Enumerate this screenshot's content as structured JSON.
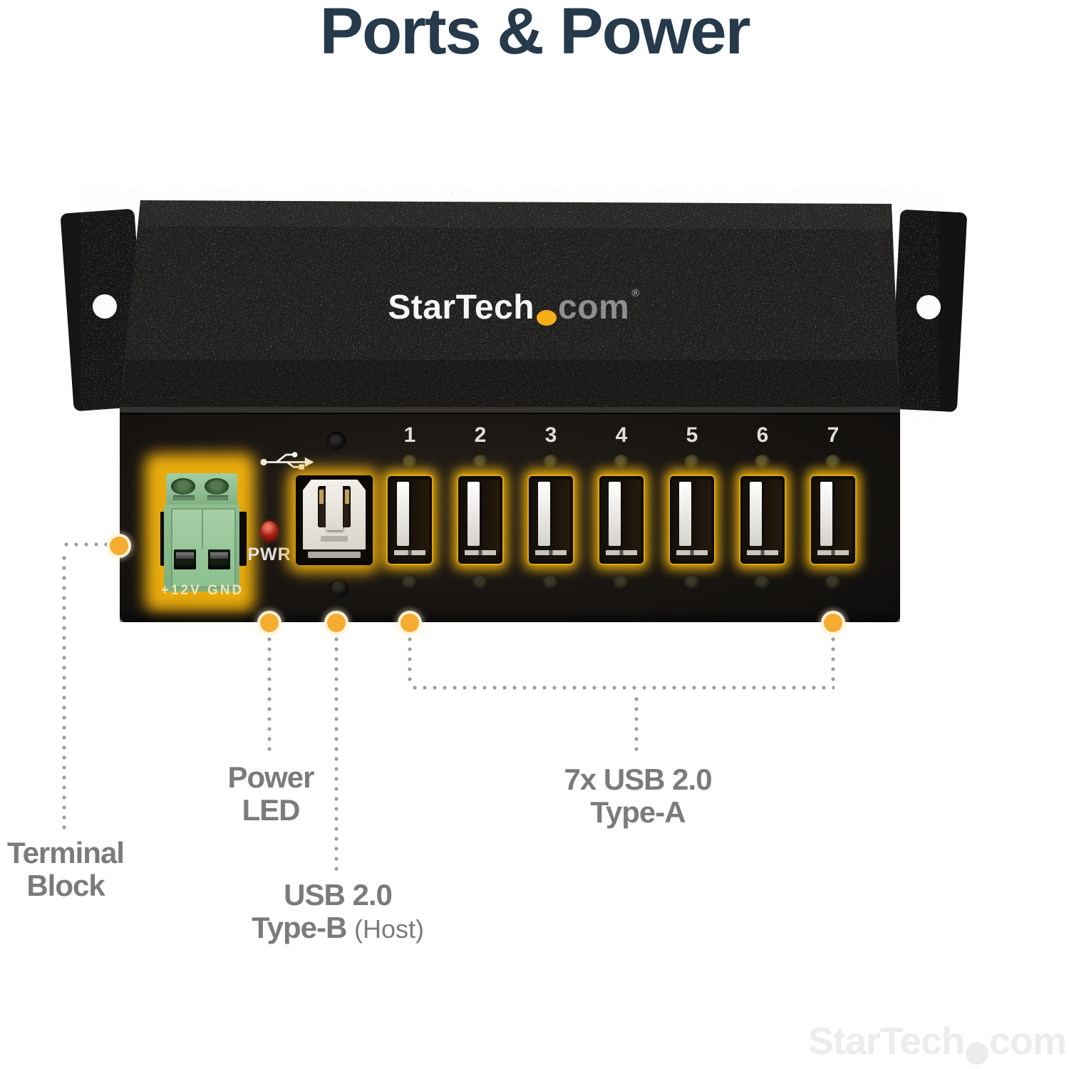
{
  "title": {
    "text": "Ports & Power"
  },
  "device": {
    "logo": {
      "brand": "StarTech",
      "tld": "com",
      "registered": "®"
    },
    "pwr_label": "PWR",
    "terminal_marking": "+12V GND",
    "port_numbers": [
      "1",
      "2",
      "3",
      "4",
      "5",
      "6",
      "7"
    ]
  },
  "callouts": {
    "terminal_block": {
      "line1": "Terminal",
      "line2": "Block"
    },
    "power_led": {
      "line1": "Power",
      "line2": "LED"
    },
    "usb_type_b": {
      "line1": "USB 2.0",
      "line2_bold": "Type-B",
      "line2_suffix": "(Host)"
    },
    "usb_type_a": {
      "line1": "7x USB 2.0",
      "line2": "Type-A"
    }
  },
  "watermark": {
    "brand": "StarTech",
    "tld": "com"
  },
  "colors": {
    "title": "#273a4b",
    "label_gray": "#7b7b7b",
    "highlight_yellow": "#f4b30d",
    "callout_dot": "#f5ac30",
    "led_red": "#a81d12",
    "terminal_green": "#8fbf90"
  }
}
